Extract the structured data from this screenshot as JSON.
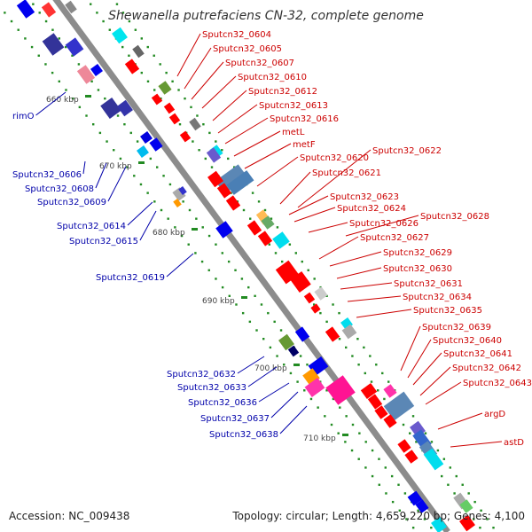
{
  "title": "Shewanella putrefaciens CN-32, complete genome",
  "footer": {
    "accession": "Accession: NC_009438",
    "summary": "Topology: circular; Length: 4,659,220 bp; Genes: 4,100"
  },
  "colors": {
    "backbone": "#8c8c8c",
    "forward_label": "#cc0000",
    "reverse_label": "#0000aa",
    "tick_dot": "#228b22",
    "tick_label": "#444444"
  },
  "kbp_labels": [
    "660 kbp",
    "670 kbp",
    "680 kbp",
    "690 kbp",
    "700 kbp",
    "710 kbp"
  ],
  "forward_labels": [
    "Sputcn32_0604",
    "Sputcn32_0605",
    "Sputcn32_0607",
    "Sputcn32_0610",
    "Sputcn32_0612",
    "Sputcn32_0613",
    "Sputcn32_0616",
    "metL",
    "metF",
    "Sputcn32_0620",
    "Sputcn32_0622",
    "Sputcn32_0621",
    "Sputcn32_0623",
    "Sputcn32_0624",
    "Sputcn32_0626",
    "Sputcn32_0628",
    "Sputcn32_0627",
    "Sputcn32_0629",
    "Sputcn32_0630",
    "Sputcn32_0631",
    "Sputcn32_0634",
    "Sputcn32_0635",
    "Sputcn32_0639",
    "Sputcn32_0640",
    "Sputcn32_0641",
    "Sputcn32_0642",
    "Sputcn32_0643",
    "argD",
    "astD"
  ],
  "reverse_labels": [
    "rimO",
    "Sputcn32_0606",
    "Sputcn32_0608",
    "Sputcn32_0609",
    "Sputcn32_0614",
    "Sputcn32_0615",
    "Sputcn32_0619",
    "Sputcn32_0632",
    "Sputcn32_0633",
    "Sputcn32_0636",
    "Sputcn32_0637",
    "Sputcn32_0638"
  ]
}
